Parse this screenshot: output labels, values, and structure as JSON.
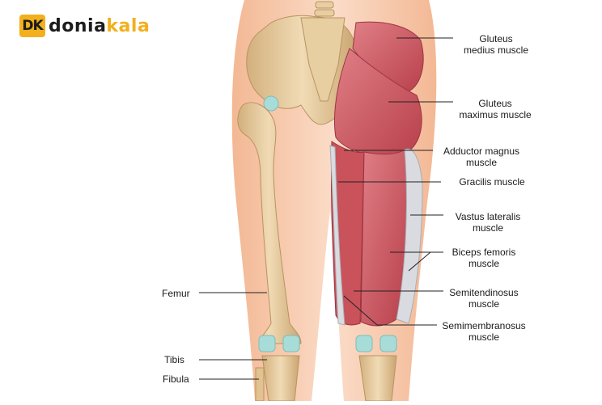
{
  "brand": {
    "mark": "DK",
    "name_a": "donia",
    "name_b": "kala"
  },
  "labels": {
    "gluteus_medius": [
      "Gluteus",
      "medius muscle"
    ],
    "gluteus_maximus": [
      "Gluteus",
      "maximus muscle"
    ],
    "adductor_magnus": [
      "Adductor magnus",
      "muscle"
    ],
    "gracilis": [
      "Gracilis muscle"
    ],
    "vastus_lateralis": [
      "Vastus lateralis",
      "muscle"
    ],
    "biceps_femoris": [
      "Biceps femoris",
      "muscle"
    ],
    "semitendinosus": [
      "Semitendinosus",
      "muscle"
    ],
    "semimembranosus": [
      "Semimembranosus",
      "muscle"
    ],
    "femur": [
      "Femur"
    ],
    "tibis": [
      "Tibis"
    ],
    "fibula": [
      "Fibula"
    ]
  },
  "colors": {
    "skin": "#f7c8ac",
    "skin_light": "#fbdcc8",
    "bone": "#e6c99c",
    "bone_shade": "#c9a574",
    "muscle": "#c9525b",
    "muscle_light": "#e28a8f",
    "tendon": "#d9dbe0",
    "cartilage": "#a8dcd8",
    "brand": "#f2b01e"
  }
}
